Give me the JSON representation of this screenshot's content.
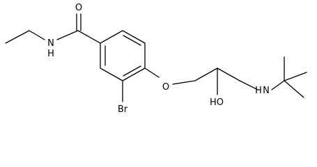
{
  "molecule": {
    "atoms": {
      "carbonyl_oxygen": "O",
      "amide_nitrogen": "N",
      "amide_hydrogen": "H",
      "bromine": "Br",
      "ether_oxygen": "O",
      "hydroxyl": "HO",
      "amine_nitrogen": "N",
      "amine_hydrogen": "H"
    },
    "colors": {
      "bond": "#000000",
      "label": "#000000",
      "background": "#ffffff"
    }
  }
}
